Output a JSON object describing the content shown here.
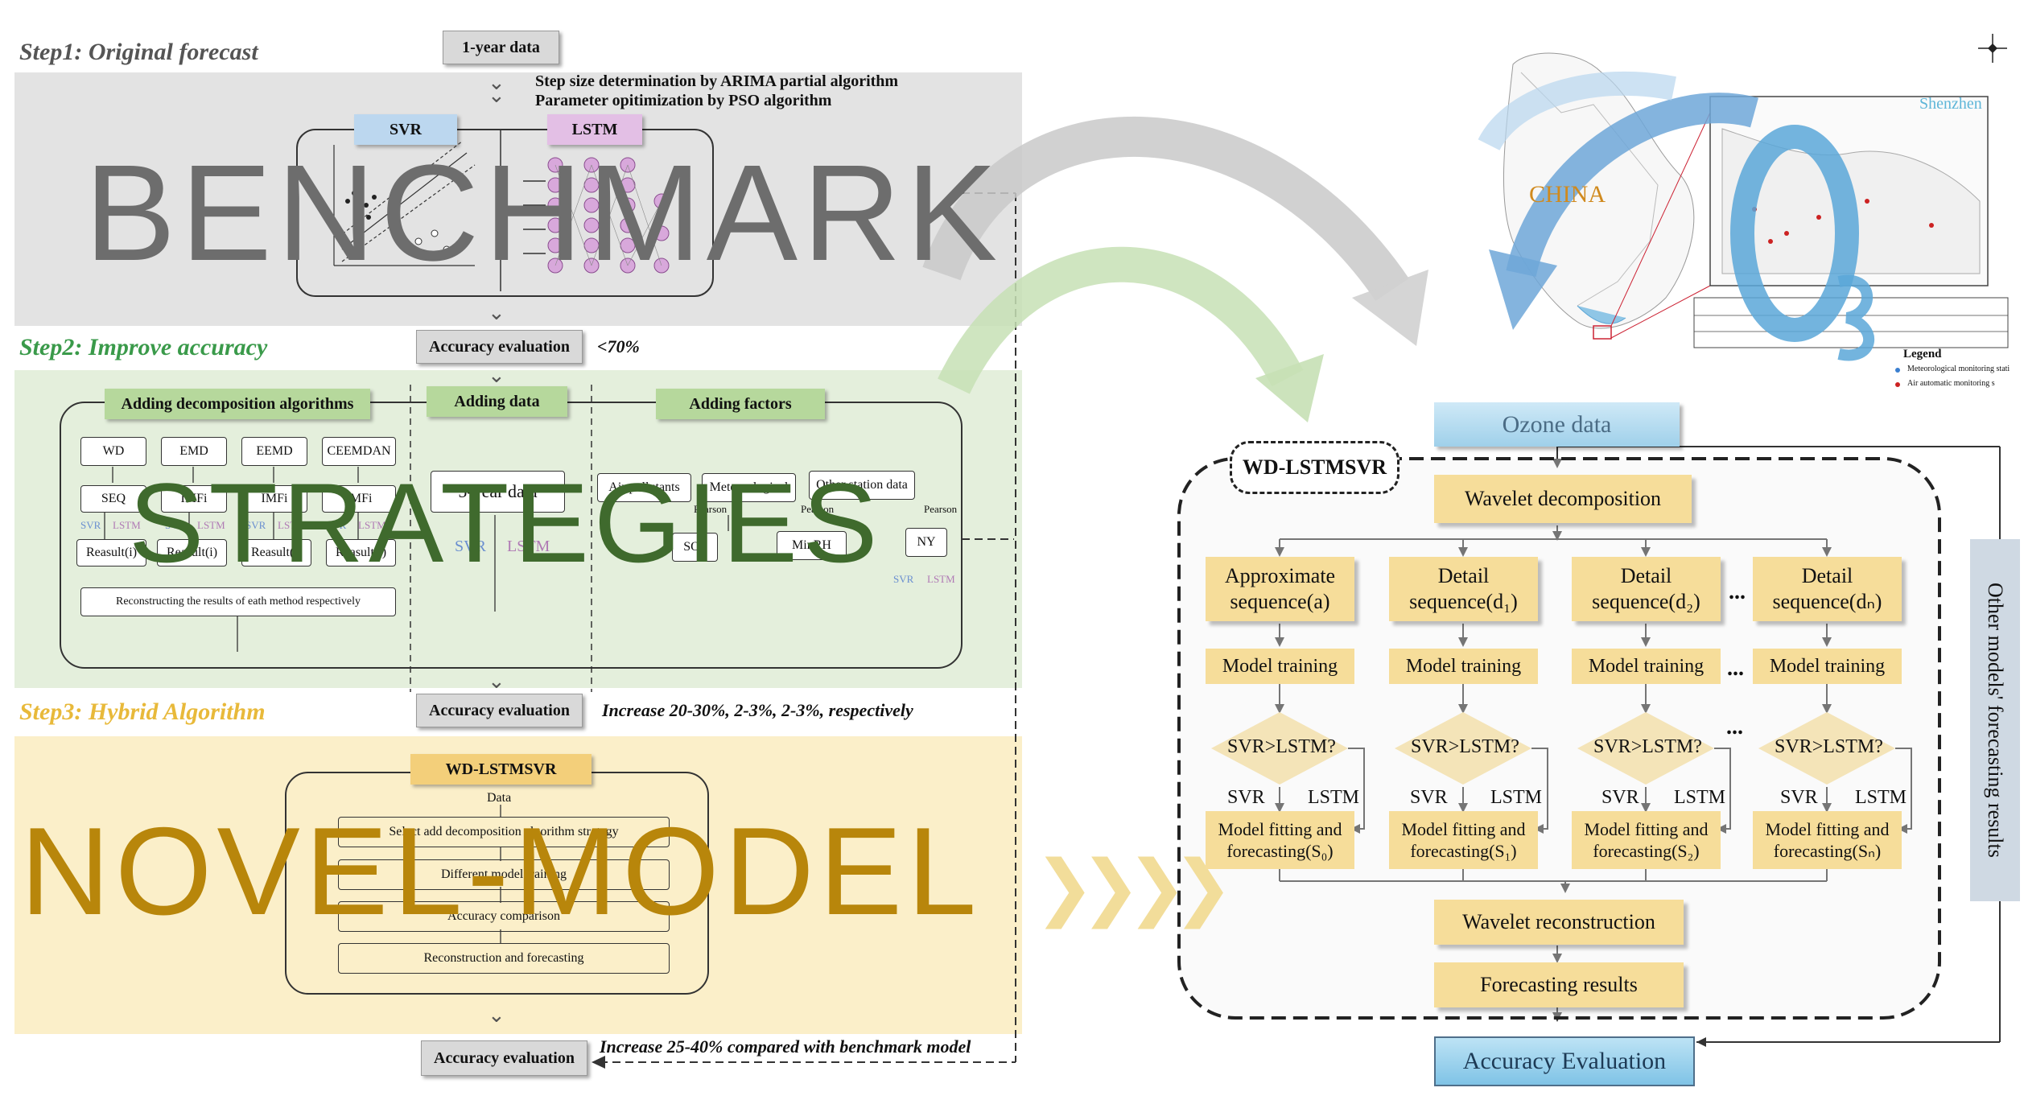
{
  "step1": {
    "title": "Step1: Original forecast",
    "data_box": "1-year data",
    "note1": "Step size determination by ARIMA partial algorithm",
    "note2": "Parameter opitimization by PSO algorithm",
    "svr_tag": "SVR",
    "lstm_tag": "LSTM",
    "overlay_word": "BENCHMARK",
    "eval_box": "Accuracy evaluation",
    "eval_note": "<70%"
  },
  "step2": {
    "title": "Step2: Improve accuracy",
    "tags": [
      "Adding decomposition algorithms",
      "Adding data",
      "Adding factors"
    ],
    "methods": [
      "WD",
      "EMD",
      "EEMD",
      "CEEMDAN"
    ],
    "seq_labels": [
      "SEQ",
      "IMFi",
      "IMFi",
      "IMFi"
    ],
    "result_labels": [
      "Reasult(i)",
      "Reasult(i)",
      "Reasult(i)",
      "Reasult(i)"
    ],
    "reconstruct": "Reconstructing the results of eath method respectively",
    "data_5yr": "5-year data",
    "factors": [
      "Air pollutants",
      "Meteorological",
      "Other station data"
    ],
    "factor_sub": [
      "SO2",
      "MinRH",
      "NY"
    ],
    "pearson": "Pearson",
    "svr": "SVR",
    "lstm": "LSTM",
    "overlay_word": "STRATEGIES",
    "eval_box": "Accuracy evaluation",
    "eval_note": "Increase 20-30%, 2-3%, 2-3%, respectively"
  },
  "step3": {
    "title": "Step3: Hybrid Algorithm",
    "tag": "WD-LSTMSVR",
    "data_label": "Data",
    "rows": [
      "Select add decomposition algorithm strategy",
      "Different model training",
      "Accuracy comparison",
      "Reconstruction and forecasting"
    ],
    "overlay_word": "NOVEL-MODEL",
    "eval_box": "Accuracy evaluation",
    "eval_note": "Increase 25-40% compared with benchmark model"
  },
  "map": {
    "china": "CHINA",
    "shenzhen": "Shenzhen",
    "o3": "O",
    "o3_sub": "3",
    "legend_title": "Legend",
    "legend_items": [
      "Meteorological monitoring stati",
      "Air automatic monitoring s"
    ]
  },
  "flow": {
    "ozone": "Ozone data",
    "model_name": "WD-LSTMSVR",
    "wavelet_dec": "Wavelet decomposition",
    "sequences": [
      "Approximate sequence(a)",
      "Detail sequence(d₁)",
      "Detail sequence(d₂)",
      "Detail sequence(dₙ)"
    ],
    "training": "Model training",
    "decision": "SVR>LSTM?",
    "svr": "SVR",
    "lstm": "LSTM",
    "fitting": [
      "Model fitting and forecasting(S₀)",
      "Model fitting and forecasting(S₁)",
      "Model fitting and forecasting(S₂)",
      "Model fitting and forecasting(Sₙ)"
    ],
    "ellipsis": "...",
    "reconstruction": "Wavelet reconstruction",
    "results": "Forecasting results",
    "evaluation": "Accuracy Evaluation",
    "other_models": "Other models' forecasting results"
  },
  "colors": {
    "gray_panel": "#e3e3e3",
    "green_panel": "#e4efdc",
    "yellow_panel": "#fbefc9",
    "step2_green": "#3a9a4a",
    "step3_gold": "#e8b93a",
    "benchmark_word": "#6d6d6d",
    "strategies_word": "#3f6a2d",
    "novel_word": "#b8860b",
    "flow_yellow": "#f6dd9a",
    "ozone_blue": "#a9d8ef",
    "side_gray": "#cfd9e3"
  }
}
